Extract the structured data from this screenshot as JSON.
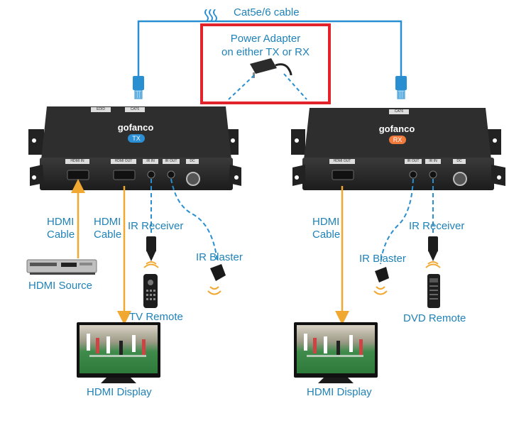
{
  "cable_label": "Cat5e/6 cable",
  "power_adapter": {
    "line1": "Power Adapter",
    "line2": "on either TX or RX"
  },
  "tx": {
    "brand": "gofanco",
    "badge": "TX",
    "badge_color": "#2b8fd6",
    "top_ports": [
      "EDID",
      "CAT6"
    ],
    "front_ports": [
      "HDMI IN",
      "HDMI OUT",
      "IR IN",
      "IR OUT",
      "DC"
    ]
  },
  "rx": {
    "brand": "gofanco",
    "badge": "RX",
    "badge_color": "#f07a3c",
    "top_ports": [
      "CAT6"
    ],
    "front_ports": [
      "HDMI OUT",
      "IR OUT",
      "IR IN",
      "DC"
    ]
  },
  "left": {
    "hdmi_cable_1": {
      "line1": "HDMI",
      "line2": "Cable"
    },
    "hdmi_cable_2": {
      "line1": "HDMI",
      "line2": "Cable"
    },
    "hdmi_source": "HDMI Source",
    "ir_receiver": "IR Receiver",
    "ir_blaster": "IR Blaster",
    "tv_remote": "TV Remote",
    "hdmi_display": "HDMI Display"
  },
  "right": {
    "hdmi_cable": {
      "line1": "HDMI",
      "line2": "Cable"
    },
    "ir_blaster": "IR Blaster",
    "ir_receiver": "IR Receiver",
    "dvd_remote": "DVD Remote",
    "hdmi_display": "HDMI Display"
  },
  "colors": {
    "label": "#1f82b8",
    "cable": "#2a8fd0",
    "hdmi_arrow": "#f0a830",
    "highlight": "#e2232a",
    "device": "#2a2a2a"
  }
}
